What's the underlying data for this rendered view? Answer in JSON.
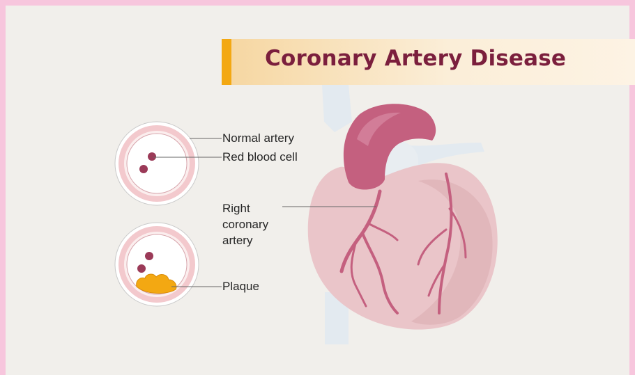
{
  "title": "Coronary Artery Disease",
  "labels": {
    "normal_artery": "Normal artery",
    "red_blood_cell": "Red blood cell",
    "right_coronary_line1": "Right",
    "right_coronary_line2": "coronary",
    "right_coronary_line3": "artery",
    "plaque": "Plaque"
  },
  "colors": {
    "title": "#7b1f3d",
    "accent": "#f3a812",
    "frame": "#f7c6dd",
    "plaque": "#f3a812",
    "blood_cell": "#9b3a58"
  }
}
